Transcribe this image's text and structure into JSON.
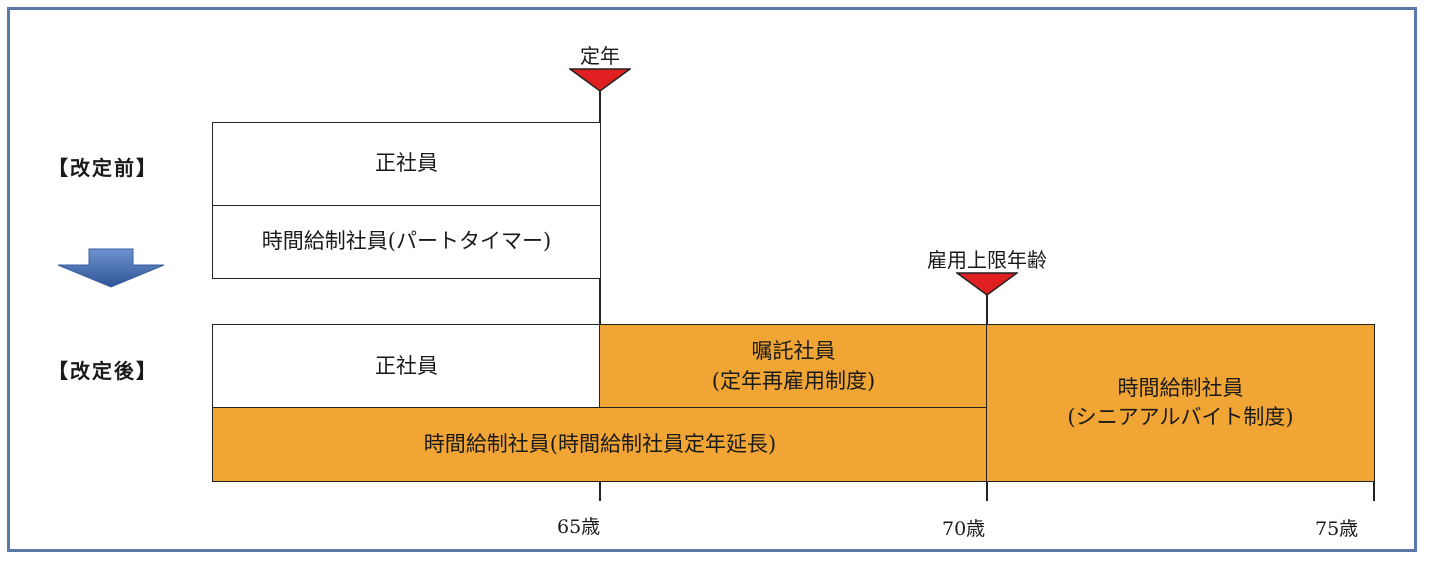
{
  "marker_retirement": "定年",
  "marker_upper_limit": "雇用上限年齢",
  "before": {
    "label": "【改定前】",
    "regular": "正社員",
    "hourly": "時間給制社員(パートタイマー)"
  },
  "after": {
    "label": "【改定後】",
    "regular": "正社員",
    "contract_line1": "嘱託社員",
    "contract_line2": "(定年再雇用制度)",
    "hourly_extension": "時間給制社員(時間給制社員定年延長)",
    "senior_line1": "時間給制社員",
    "senior_line2": "(シニアアルバイト制度)"
  },
  "age_ticks": [
    "65歳",
    "70歳",
    "75歳"
  ],
  "colors": {
    "frame": "#5a79a8",
    "highlight": "#f0a535",
    "marker": "#e02020",
    "arrow": "#4f74b3"
  }
}
